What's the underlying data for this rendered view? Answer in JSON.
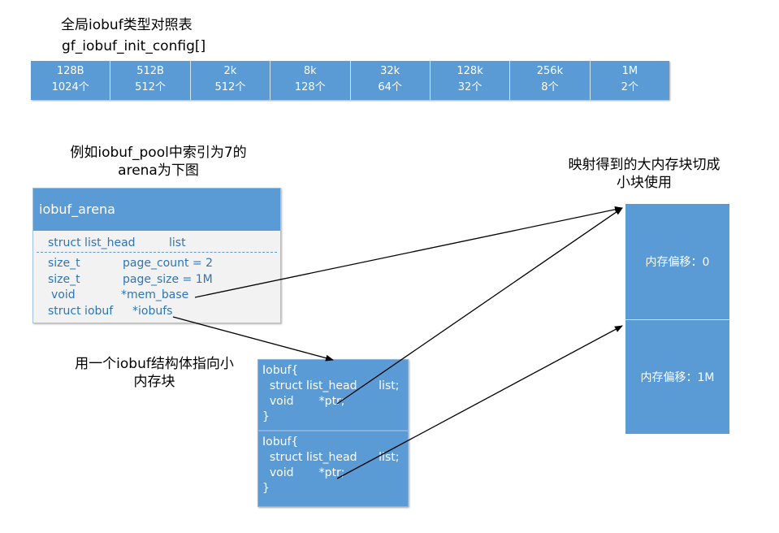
{
  "header": {
    "title_line1": "全局iobuf类型对照表",
    "title_line2": "gf_iobuf_init_config[]"
  },
  "size_table": [
    {
      "size": "128B",
      "count": "1024个"
    },
    {
      "size": "512B",
      "count": "512个"
    },
    {
      "size": "2k",
      "count": "512个"
    },
    {
      "size": "8k",
      "count": "128个"
    },
    {
      "size": "32k",
      "count": "64个"
    },
    {
      "size": "128k",
      "count": "32个"
    },
    {
      "size": "256k",
      "count": "8个"
    },
    {
      "size": "1M",
      "count": "2个"
    }
  ],
  "arena_caption": {
    "line1": "例如iobuf_pool中索引为7的",
    "line2": "arena为下图"
  },
  "arena": {
    "title": "iobuf_arena",
    "rows": [
      {
        "type": "struct list_head",
        "name": "list"
      },
      {
        "type": "size_t",
        "name": "page_count  = 2"
      },
      {
        "type": "size_t",
        "name": "page_size = 1M"
      },
      {
        "type": "void",
        "name": "*mem_base"
      },
      {
        "type": "struct iobuf",
        "name": "*iobufs"
      }
    ]
  },
  "iobuf_caption": {
    "line1": "用一个iobuf结构体指向小",
    "line2": "内存块"
  },
  "iobuf_boxes": [
    {
      "text": "Iobuf{\n  struct list_head      list;\n  void       *ptr;\n}"
    },
    {
      "text": "Iobuf{\n  struct list_head      list;\n  void       *ptr;\n}"
    }
  ],
  "memory_caption": {
    "line1": "映射得到的大内存块切成",
    "line2": "小块使用"
  },
  "memory_blocks": [
    {
      "label": "内存偏移：0"
    },
    {
      "label": "内存偏移：1M"
    }
  ],
  "colors": {
    "box_fill": "#5b9bd5",
    "arena_body": "#f2f2f2",
    "arena_text": "#2e75b6",
    "arrow": "#000000"
  }
}
